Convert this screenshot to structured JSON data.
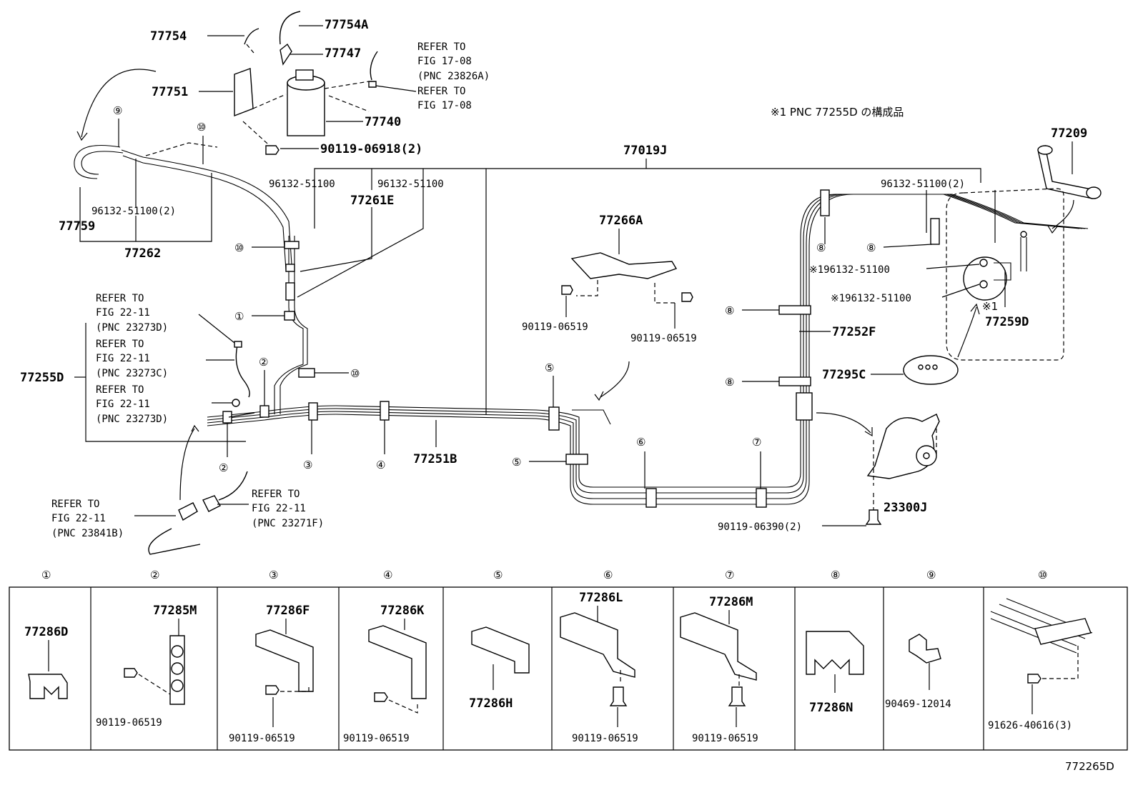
{
  "diagram_code": "772265D",
  "note": "※1 PNC 77255D の構成品",
  "labels": {
    "p77754": "77754",
    "p77754A": "77754A",
    "p77747": "77747",
    "p77751": "77751",
    "p77740": "77740",
    "p90119_06918": "90119-06918(2)",
    "p77759": "77759",
    "p96132_a": "96132-51100(2)",
    "p77262": "77262",
    "p96132_b": "96132-51100",
    "p96132_c": "96132-51100",
    "p77261E": "77261E",
    "p77019J": "77019J",
    "p77266A": "77266A",
    "p90119_06519_a": "90119-06519",
    "p90119_06519_b": "90119-06519",
    "p77255D": "77255D",
    "p77251B": "77251B",
    "p96132_d": "96132-51100(2)",
    "p96132_e": "※196132-51100",
    "p96132_f": "※196132-51100",
    "p77209": "77209",
    "p77259D": "77259D",
    "p77259D_mark": "※1",
    "p77252F": "77252F",
    "p77295C": "77295C",
    "p23300J": "23300J",
    "p90119_06390": "90119-06390(2)"
  },
  "refers": {
    "r1": [
      "REFER TO",
      "FIG 17-08",
      "(PNC 23826A)"
    ],
    "r2": [
      "REFER TO",
      "FIG 17-08"
    ],
    "r3": [
      "REFER TO",
      "FIG 22-11",
      "(PNC 23273D)"
    ],
    "r4": [
      "REFER TO",
      "FIG 22-11",
      "(PNC 23273C)"
    ],
    "r5": [
      "REFER TO",
      "FIG 22-11",
      "(PNC 23273D)"
    ],
    "r6": [
      "REFER TO",
      "FIG 22-11",
      "(PNC 23841B)"
    ],
    "r7": [
      "REFER TO",
      "FIG 22-11",
      "(PNC 23271F)"
    ]
  },
  "callouts": {
    "c1": "①",
    "c2": "②",
    "c3": "③",
    "c4": "④",
    "c5": "⑤",
    "c6": "⑥",
    "c7": "⑦",
    "c8": "⑧",
    "c9": "⑨",
    "c10": "⑩"
  },
  "legend": {
    "headers": [
      "①",
      "②",
      "③",
      "④",
      "⑤",
      "⑥",
      "⑦",
      "⑧",
      "⑨",
      "⑩"
    ],
    "cells": [
      {
        "part": "77286D",
        "bolt": ""
      },
      {
        "part": "77285M",
        "bolt": "90119-06519"
      },
      {
        "part": "77286F",
        "bolt": "90119-06519"
      },
      {
        "part": "77286K",
        "bolt": "90119-06519"
      },
      {
        "part": "77286H",
        "bolt": ""
      },
      {
        "part": "77286L",
        "bolt": "90119-06519"
      },
      {
        "part": "77286M",
        "bolt": "90119-06519"
      },
      {
        "part": "77286N",
        "bolt": ""
      },
      {
        "part": "",
        "bolt": "90469-12014"
      },
      {
        "part": "",
        "bolt": "91626-40616(3)"
      }
    ]
  }
}
